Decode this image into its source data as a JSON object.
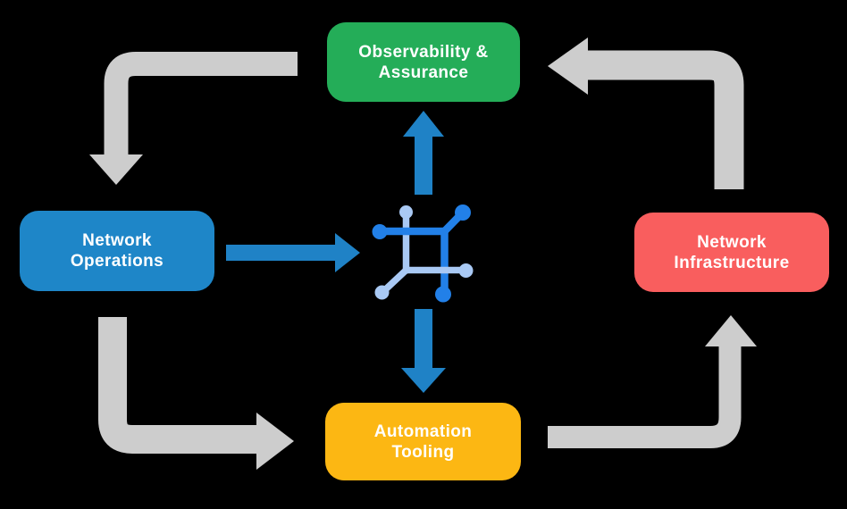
{
  "colors": {
    "background": "#000000",
    "gray_arrow": "#cdcdcd",
    "blue_arrow": "#1f82c6",
    "icon_dark_blue": "#2280e8",
    "icon_light_blue": "#a9c9f4"
  },
  "nodes": [
    {
      "id": "observability-assurance",
      "lines": [
        "Observability &",
        "Assurance"
      ],
      "color": "#24ad58"
    },
    {
      "id": "network-operations",
      "lines": [
        "Network",
        "Operations"
      ],
      "color": "#1e86c8"
    },
    {
      "id": "network-infrastructure",
      "lines": [
        "Network",
        "Infrastructure"
      ],
      "color": "#f95e5e"
    },
    {
      "id": "automation-tooling",
      "lines": [
        "Automation",
        "Tooling"
      ],
      "color": "#fcb713"
    }
  ],
  "icon": {
    "name": "network-platform-icon"
  },
  "arrows": {
    "gray_cycle": [
      "observability-to-operations",
      "operations-to-automation",
      "automation-to-infrastructure",
      "infrastructure-to-observability"
    ],
    "blue": [
      "operations-to-platform",
      "platform-to-observability",
      "platform-to-automation"
    ]
  }
}
